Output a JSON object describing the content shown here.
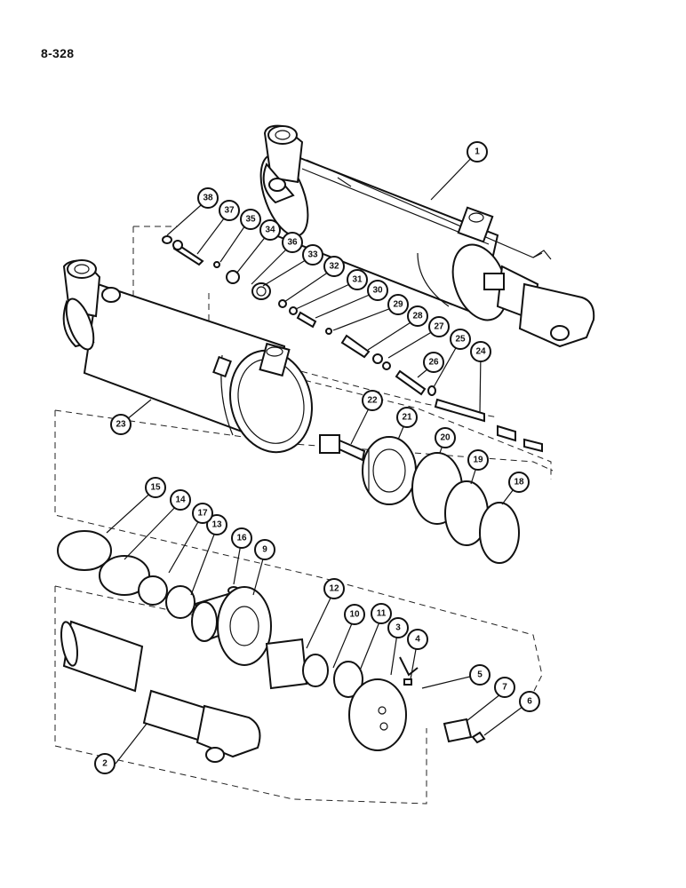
{
  "page_code": "8-328",
  "callouts": [
    {
      "id": "1",
      "label": "1"
    },
    {
      "id": "2",
      "label": "2"
    },
    {
      "id": "3",
      "label": "3"
    },
    {
      "id": "4",
      "label": "4"
    },
    {
      "id": "5",
      "label": "5"
    },
    {
      "id": "6",
      "label": "6"
    },
    {
      "id": "7",
      "label": "7"
    },
    {
      "id": "9",
      "label": "9"
    },
    {
      "id": "10",
      "label": "10"
    },
    {
      "id": "11",
      "label": "11"
    },
    {
      "id": "12",
      "label": "12"
    },
    {
      "id": "13",
      "label": "13"
    },
    {
      "id": "14",
      "label": "14"
    },
    {
      "id": "15",
      "label": "15"
    },
    {
      "id": "16",
      "label": "16"
    },
    {
      "id": "17",
      "label": "17"
    },
    {
      "id": "18",
      "label": "18"
    },
    {
      "id": "19",
      "label": "19"
    },
    {
      "id": "20",
      "label": "20"
    },
    {
      "id": "21",
      "label": "21"
    },
    {
      "id": "22",
      "label": "22"
    },
    {
      "id": "23",
      "label": "23"
    },
    {
      "id": "24",
      "label": "24"
    },
    {
      "id": "25",
      "label": "25"
    },
    {
      "id": "26",
      "label": "26"
    },
    {
      "id": "27",
      "label": "27"
    },
    {
      "id": "28",
      "label": "28"
    },
    {
      "id": "29",
      "label": "29"
    },
    {
      "id": "30",
      "label": "30"
    },
    {
      "id": "31",
      "label": "31"
    },
    {
      "id": "32",
      "label": "32"
    },
    {
      "id": "33",
      "label": "33"
    },
    {
      "id": "34",
      "label": "34"
    },
    {
      "id": "35",
      "label": "35"
    },
    {
      "id": "36",
      "label": "36"
    },
    {
      "id": "37",
      "label": "37"
    },
    {
      "id": "38",
      "label": "38"
    }
  ]
}
